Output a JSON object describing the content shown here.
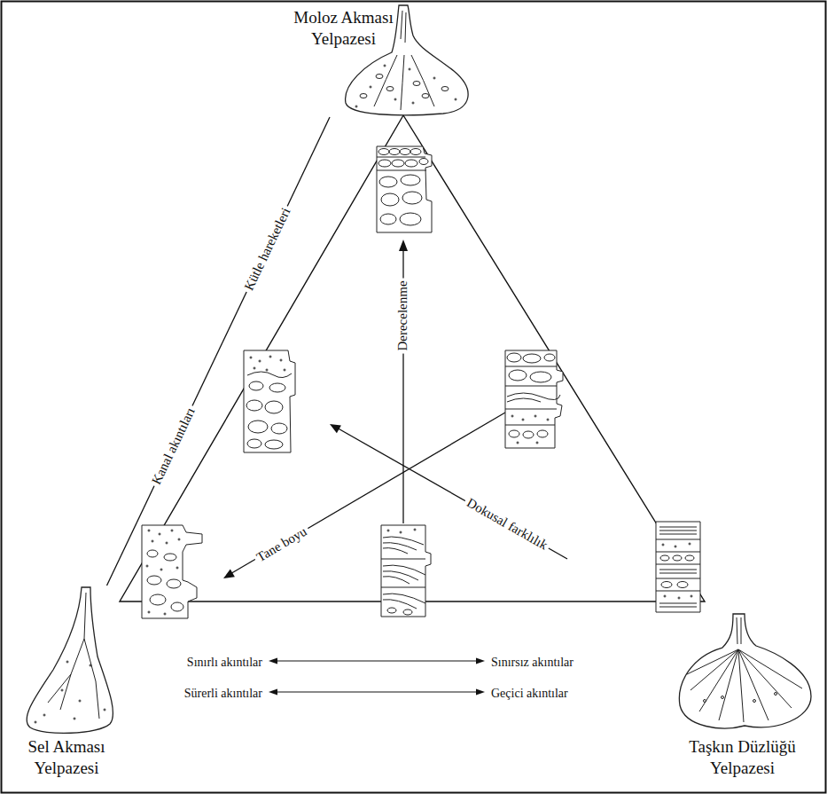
{
  "diagram": {
    "nodes": [
      {
        "text": [
          "Moloz Akması Yelpazesi"
        ]
      },
      {
        "text": [
          "Sel Akması Yelpazesi"
        ]
      },
      {
        "text": [
          "Taşkın Düzlüğü Yelpazesi"
        ]
      }
    ],
    "edges": [
      {
        "from": 1,
        "to": 0,
        "arrow": "none"
      }
    ],
    "labels": [
      "Kütle hareketleri",
      "Kanal akıntıları",
      "Derecelenme",
      "Tane boyu",
      "Dokusal farklılık",
      "Sınırlı akıntılar",
      "Sınırsız akıntılar",
      "Sürerli akıntılar",
      "Geçici akıntılar"
    ]
  }
}
